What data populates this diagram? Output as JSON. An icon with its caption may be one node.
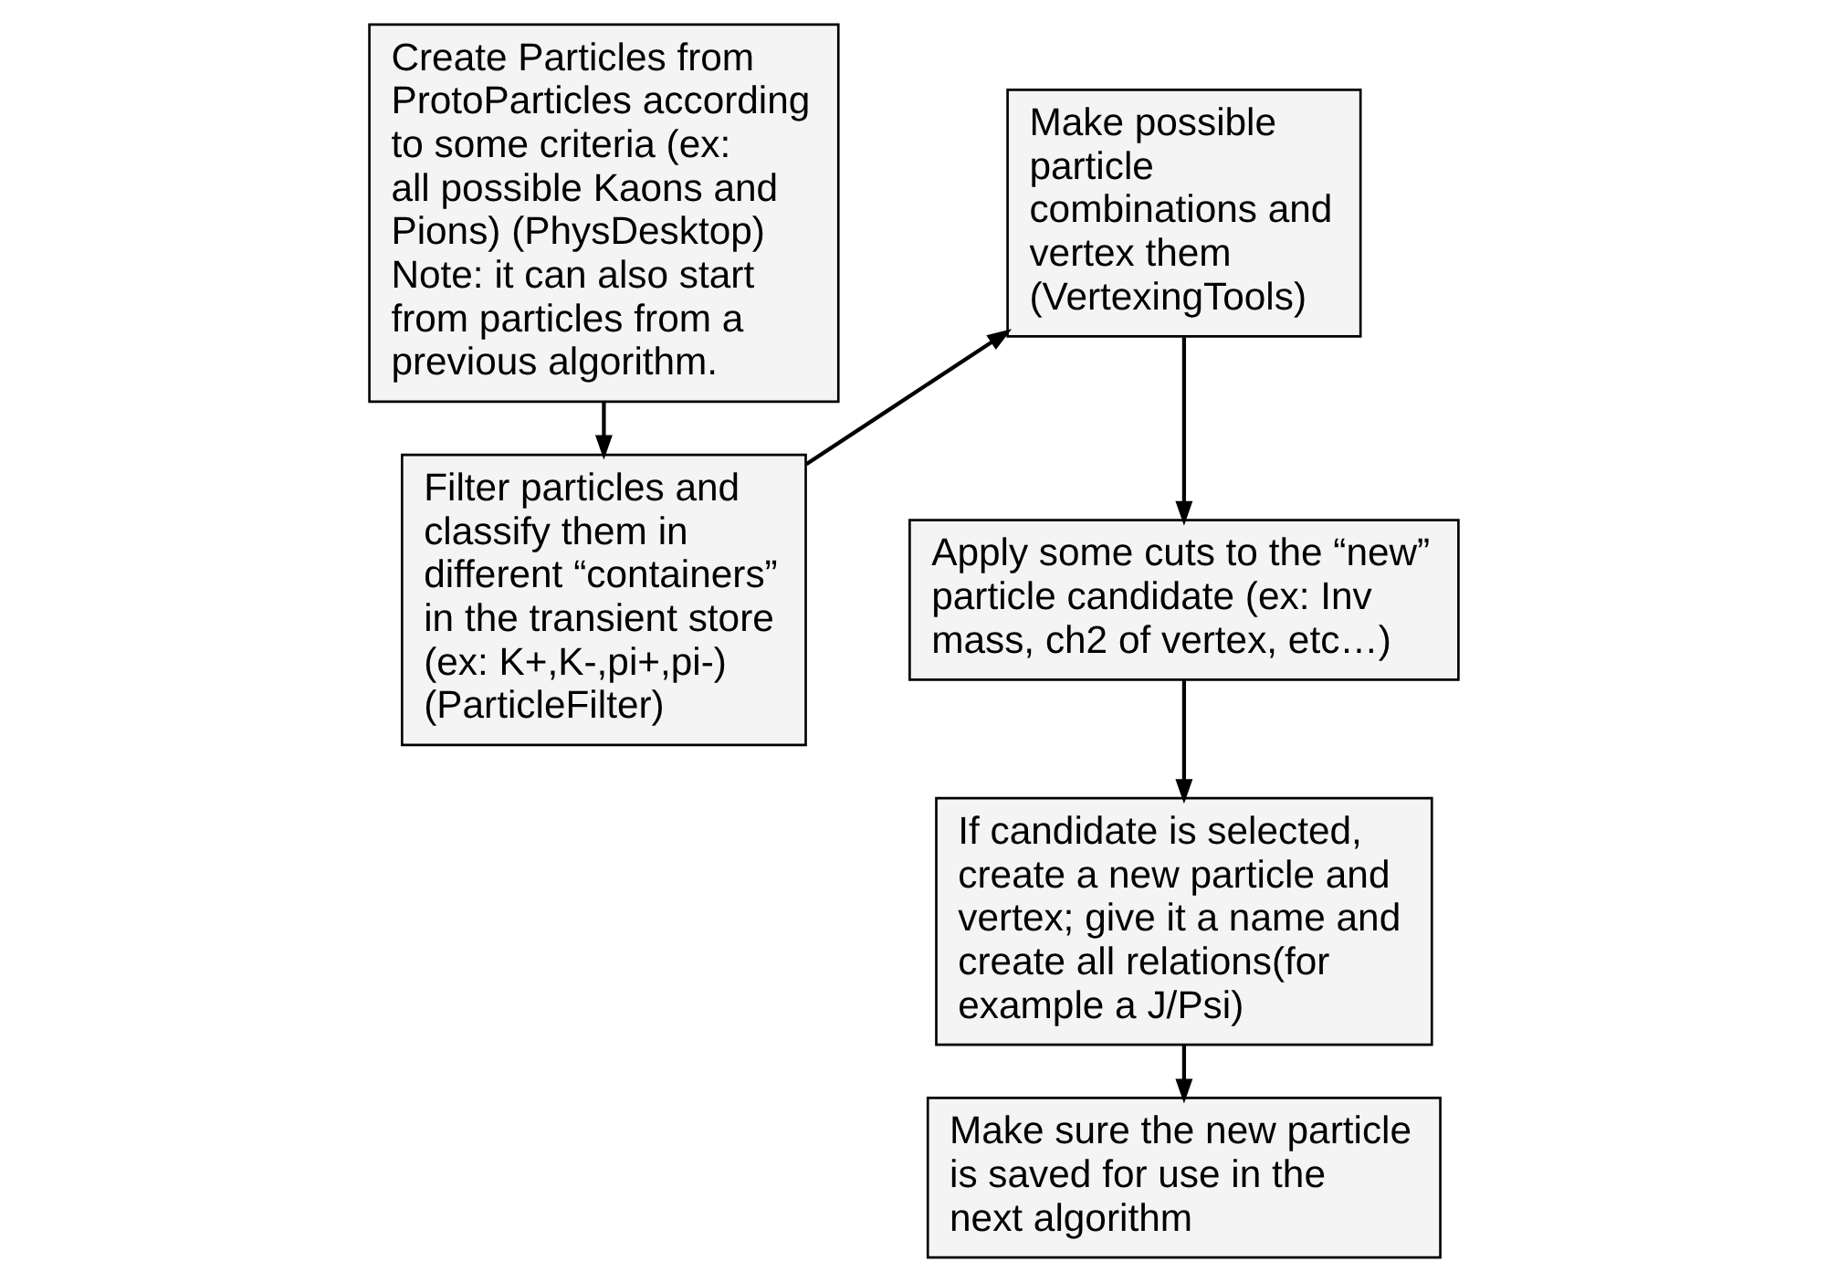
{
  "diagram": {
    "nodes": [
      {
        "text": [
          "Create Particles from ProtoParticles according to some criteria (ex: all possible Kaons and Pions) (PhysDesktop) Note: it can also start from particles from a previous algorithm."
        ]
      },
      {
        "text": [
          "Filter particles and classify them in different “containers” in the transient store (ex: K+,K-,pi+,pi-) (ParticleFilter)"
        ]
      },
      {
        "text": [
          "Make possible particle combinations and vertex them (VertexingTools)"
        ]
      },
      {
        "text": [
          "Apply some cuts to the “new” particle candidate (ex: Inv mass, ch2 of vertex, etc…)"
        ]
      },
      {
        "text": [
          "If candidate is selected, create a new particle and vertex; give it a name and create all relations(for example a J/Psi)"
        ]
      },
      {
        "text": [
          "Make sure the new particle is saved for use in the next algorithm"
        ]
      }
    ],
    "edges": [
      {
        "from": 0,
        "to": 1,
        "arrow": "to"
      },
      {
        "from": 1,
        "to": 2,
        "arrow": "to"
      },
      {
        "from": 2,
        "to": 3,
        "arrow": "to"
      },
      {
        "from": 3,
        "to": 4,
        "arrow": "to"
      },
      {
        "from": 4,
        "to": 5,
        "arrow": "to"
      }
    ]
  }
}
